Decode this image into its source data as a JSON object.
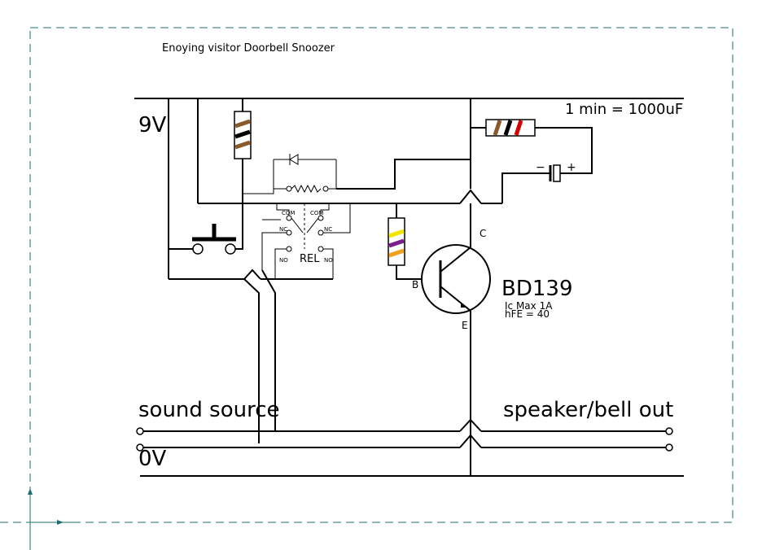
{
  "title": "Enoying visitor Doorbell Snoozer",
  "supply_label": "9V",
  "ground_label": "0V",
  "timing_note": "1  min  =  1000uF",
  "input_label": "sound  source",
  "output_label": "speaker/bell  out",
  "transistor": {
    "part": "BD139",
    "spec_ic": "Ic  Max  1A",
    "spec_hfe": "hFE  =  40",
    "pin_c": "C",
    "pin_b": "B",
    "pin_e": "E"
  },
  "relay": {
    "name": "REL",
    "com_left": "COM",
    "com_right": "COM",
    "nc_left": "NC",
    "nc_right": "NC",
    "no_left": "NO",
    "no_right": "NO"
  },
  "capacitor": {
    "minus": "−",
    "plus": "+"
  },
  "colors": {
    "frame": "#1b6f73",
    "brown": "#8b5a2b",
    "black": "#000000",
    "red": "#d40000",
    "yellow": "#f2e600",
    "purple": "#7a1f8a",
    "orange": "#f0a020"
  }
}
